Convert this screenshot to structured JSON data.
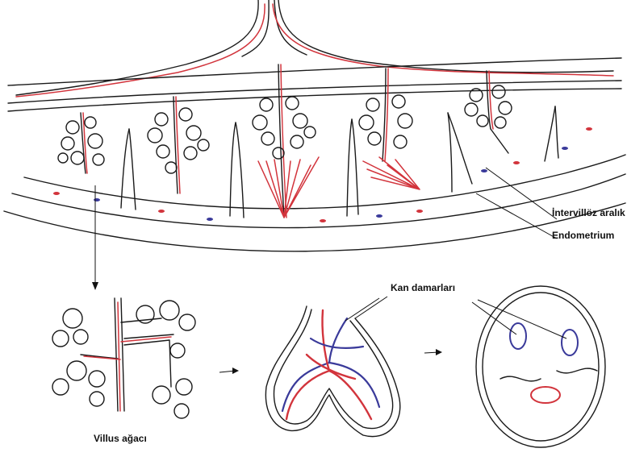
{
  "labels": {
    "intervillous_space": "İntervillöz aralık",
    "endometrium": "Endometrium",
    "blood_vessels": "Kan damarları",
    "villus_tree": "Villus ağacı"
  },
  "colors": {
    "outline": "#1a1a1a",
    "vessel_red": "#d2343c",
    "vessel_blue": "#3a3a9a",
    "background": "#ffffff"
  }
}
